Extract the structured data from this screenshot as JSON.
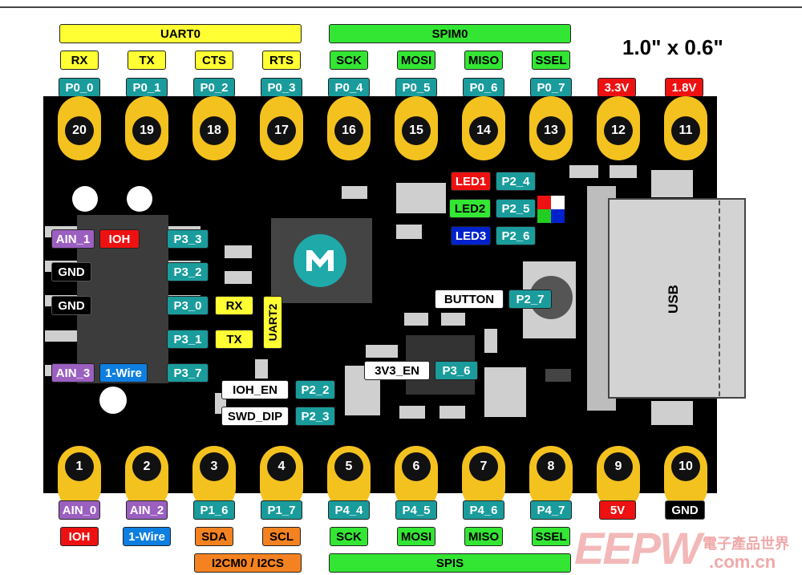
{
  "board_size": "1.0\" x 0.6\"",
  "top_groups": {
    "uart": "UART0",
    "spi": "SPIM0"
  },
  "bottom_groups": {
    "i2c": "I2CM0 / I2CS",
    "spi": "SPIS"
  },
  "top_functions": [
    "RX",
    "TX",
    "CTS",
    "RTS",
    "SCK",
    "MOSI",
    "MISO",
    "SSEL"
  ],
  "top_ports": [
    "P0_0",
    "P0_1",
    "P0_2",
    "P0_3",
    "P0_4",
    "P0_5",
    "P0_6",
    "P0_7"
  ],
  "top_power": [
    "3.3V",
    "1.8V"
  ],
  "top_pins": [
    "20",
    "19",
    "18",
    "17",
    "16",
    "15",
    "14",
    "13",
    "12",
    "11"
  ],
  "bottom_pins": [
    "1",
    "2",
    "3",
    "4",
    "5",
    "6",
    "7",
    "8",
    "9",
    "10"
  ],
  "bottom_row1": [
    "AIN_0",
    "AIN_2",
    "P1_6",
    "P1_7",
    "P4_4",
    "P4_5",
    "P4_6",
    "P4_7",
    "5V",
    "GND"
  ],
  "bottom_row2": [
    "IOH",
    "1-Wire",
    "SDA",
    "SCL",
    "SCK",
    "MOSI",
    "MISO",
    "SSEL"
  ],
  "left": {
    "ain1": "AIN_1",
    "ioh": "IOH",
    "gnd1": "GND",
    "gnd2": "GND",
    "ain3": "AIN_3",
    "onewire": "1-Wire",
    "p33": "P3_3",
    "p32": "P3_2",
    "p30": "P3_0",
    "p31": "P3_1",
    "p37": "P3_7",
    "rx": "RX",
    "tx": "TX",
    "uart2": "UART2"
  },
  "center": {
    "ioh_en": "IOH_EN",
    "swd_dip": "SWD_DIP",
    "p22": "P2_2",
    "p23": "P2_3",
    "v3_en": "3V3_EN",
    "p36": "P3_6",
    "button": "BUTTON",
    "p27": "P2_7"
  },
  "leds": {
    "led1": "LED1",
    "led2": "LED2",
    "led3": "LED3",
    "p24": "P2_4",
    "p25": "P2_5",
    "p26": "P2_6"
  },
  "usb": "USB",
  "watermark": {
    "brand": "EEPW",
    "cn": "電子產品世界",
    "url": ".com.cn"
  },
  "colors": {
    "pad": "#f4c21f",
    "board": "#000000",
    "teal": "#1a9c9c",
    "yellow": "#ffff33",
    "green": "#33e633"
  }
}
